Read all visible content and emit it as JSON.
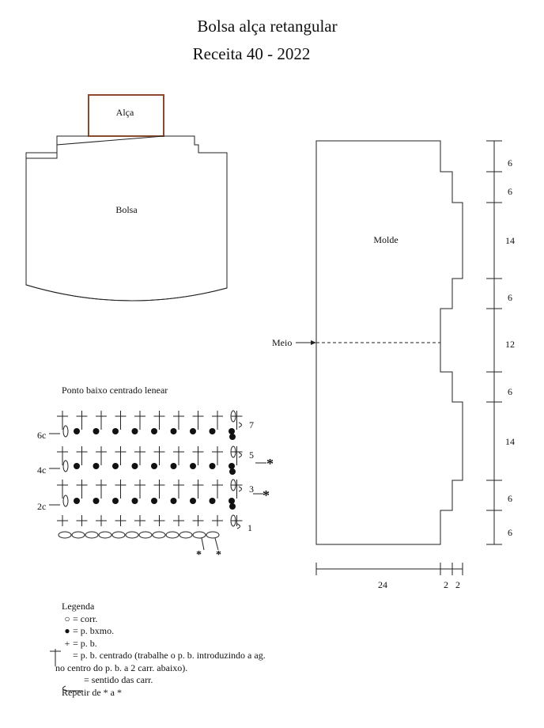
{
  "header": {
    "title": "Bolsa alça retangular",
    "subtitle": "Receita  40 - 2022"
  },
  "pieces": {
    "alca_label": "Alça",
    "bolsa_label": "Bolsa",
    "molde_label": "Molde",
    "meio_label": "Meio"
  },
  "dimensions": {
    "vertical": [
      "6",
      "6",
      "14",
      "6",
      "12",
      "6",
      "14",
      "6",
      "6"
    ],
    "horizontal": [
      "24",
      "2",
      "2"
    ]
  },
  "stitch_chart": {
    "title": "Ponto baixo centrado lenear",
    "row_labels_left": [
      "6c",
      "4c",
      "2c"
    ],
    "row_labels_right": [
      "7",
      "5",
      "3",
      "1"
    ],
    "repeat_marks": [
      "*",
      "*",
      "*",
      "*"
    ]
  },
  "legend": {
    "title": "Legenda",
    "items": [
      {
        "symbol": "○",
        "text": "= corr."
      },
      {
        "symbol": "●",
        "text": "= p. bxmo."
      },
      {
        "symbol": "+",
        "text": "= p. b."
      },
      {
        "symbol": "†",
        "text": "= p. b. centrado (trabalhe o p. b. introduzindo a ag."
      },
      {
        "symbol": "",
        "text": "no centro do p. b. a 2 carr. abaixo)."
      },
      {
        "symbol": "↵",
        "text": "= sentido das carr."
      },
      {
        "symbol": "",
        "text": "Repetir de * a *"
      }
    ]
  }
}
